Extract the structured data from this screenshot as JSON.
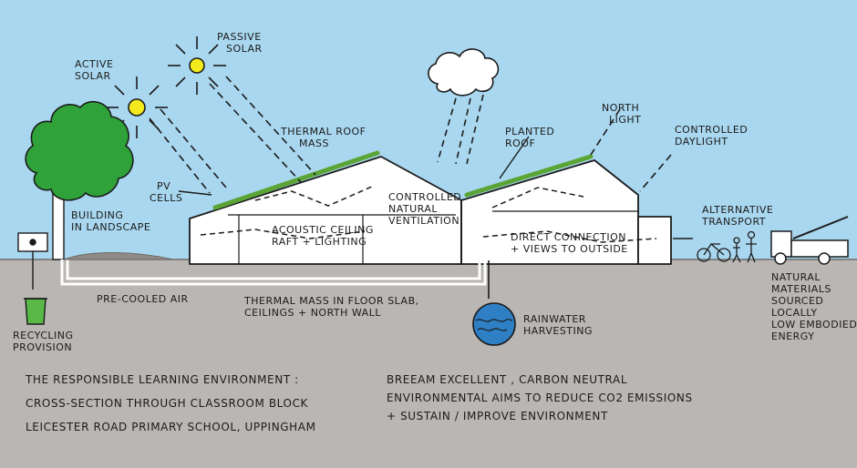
{
  "labels": {
    "active_solar": [
      "ACTIVE",
      "SOLAR"
    ],
    "passive_solar": [
      "PASSIVE",
      "SOLAR"
    ],
    "thermal_roof_mass": [
      "THERMAL ROOF",
      "MASS"
    ],
    "planted_roof": [
      "PLANTED",
      "ROOF"
    ],
    "north_light": [
      "NORTH",
      "LIGHT"
    ],
    "controlled_daylight": [
      "CONTROLLED",
      "DAYLIGHT"
    ],
    "pv_cells": [
      "PV",
      "CELLS"
    ],
    "building_in_landscape": [
      "BUILDING",
      "IN LANDSCAPE"
    ],
    "acoustic_ceiling": [
      "ACOUSTIC CEILING",
      "RAFT + LIGHTING"
    ],
    "controlled_ventilation": [
      "CONTROLLED",
      "NATURAL",
      "VENTILATION"
    ],
    "direct_connection": [
      "DIRECT CONNECTION",
      "+ VIEWS TO OUTSIDE"
    ],
    "alternative_transport": [
      "ALTERNATIVE",
      "TRANSPORT"
    ],
    "pre_cooled_air": "PRE-COOLED AIR",
    "thermal_mass_floor": [
      "THERMAL MASS IN FLOOR SLAB,",
      "CEILINGS + NORTH WALL"
    ],
    "rainwater_harvesting": [
      "RAINWATER",
      "HARVESTING"
    ],
    "recycling_provision": [
      "RECYCLING",
      "PROVISION"
    ],
    "natural_materials": [
      "NATURAL",
      "MATERIALS",
      "SOURCED",
      "LOCALLY",
      "LOW EMBODIED",
      "ENERGY"
    ]
  },
  "caption": {
    "line1": "THE RESPONSIBLE LEARNING ENVIRONMENT :",
    "line2": "CROSS-SECTION THROUGH CLASSROOM BLOCK",
    "line3": "LEICESTER ROAD PRIMARY SCHOOL, UPPINGHAM",
    "aims1": "BREEAM EXCELLENT , CARBON NEUTRAL",
    "aims2": "ENVIRONMENTAL AIMS TO REDUCE CO2 EMISSIONS",
    "aims3": "+ SUSTAIN / IMPROVE ENVIRONMENT"
  },
  "colors": {
    "sky": "#a9d7ef",
    "ground": "#b9b6b3",
    "sun": "#f2ea1c",
    "tree": "#2fa23a",
    "roof_plants": "#5aa536",
    "water": "#2f7fc4",
    "bin": "#58b947"
  }
}
